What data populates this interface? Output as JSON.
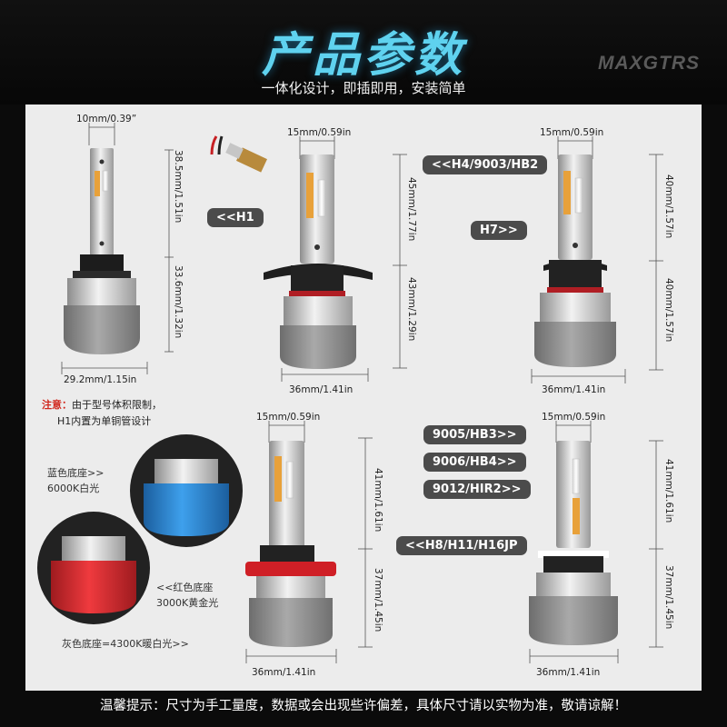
{
  "header": {
    "title": "产品参数",
    "brand": "MAXGTRS",
    "subtitle": "一体化设计，即插即用，安装简单"
  },
  "bulbs": {
    "h1": {
      "label": "<<H1",
      "width_top": "10mm/0.39”",
      "height_upper": "38.5mm/1.51in",
      "height_lower": "33.6mm/1.32in",
      "width_bottom": "29.2mm/1.15in"
    },
    "h4": {
      "label": "<<H4/9003/HB2",
      "width_top": "15mm/0.59in",
      "height_upper": "45mm/1.77in",
      "height_lower": "43mm/1.29in",
      "width_bottom": "36mm/1.41in"
    },
    "h7": {
      "label": "H7>>",
      "width_top": "15mm/0.59in",
      "height_upper": "40mm/1.57in",
      "height_lower": "40mm/1.57in",
      "width_bottom": "36mm/1.41in"
    },
    "h11": {
      "width_top": "15mm/0.59in",
      "height_upper": "41mm/1.61in",
      "height_lower": "37mm/1.45in",
      "width_bottom": "36mm/1.41in"
    },
    "h9005": {
      "labels": [
        "9005/HB3>>",
        "9006/HB4>>",
        "9012/HIR2>>",
        "<<H8/H11/H16JP"
      ],
      "width_top": "15mm/0.59in",
      "height_upper": "41mm/1.61in",
      "height_lower": "37mm/1.45in",
      "width_bottom": "36mm/1.41in"
    }
  },
  "note": {
    "prefix": "注意：",
    "line1": "由于型号体积限制，",
    "line2": "H1内置为单铜管设计"
  },
  "bases": {
    "blue_line1": "蓝色底座>>",
    "blue_line2": "6000K白光",
    "red_line1": "<<红色底座",
    "red_line2": "3000K黄金光",
    "grey": "灰色底座=4300K暖白光>>"
  },
  "footer": {
    "text": "温馨提示：尺寸为手工量度，数据或会出现些许偏差，具体尺寸请以实物为准，敬请谅解！"
  },
  "colors": {
    "title": "#5fd2ef",
    "panel": "#ececec",
    "pill": "#4b4b4b",
    "blue_base": "#2b7fd0",
    "red_base": "#d2242a",
    "amber_led": "#e8a13a"
  }
}
